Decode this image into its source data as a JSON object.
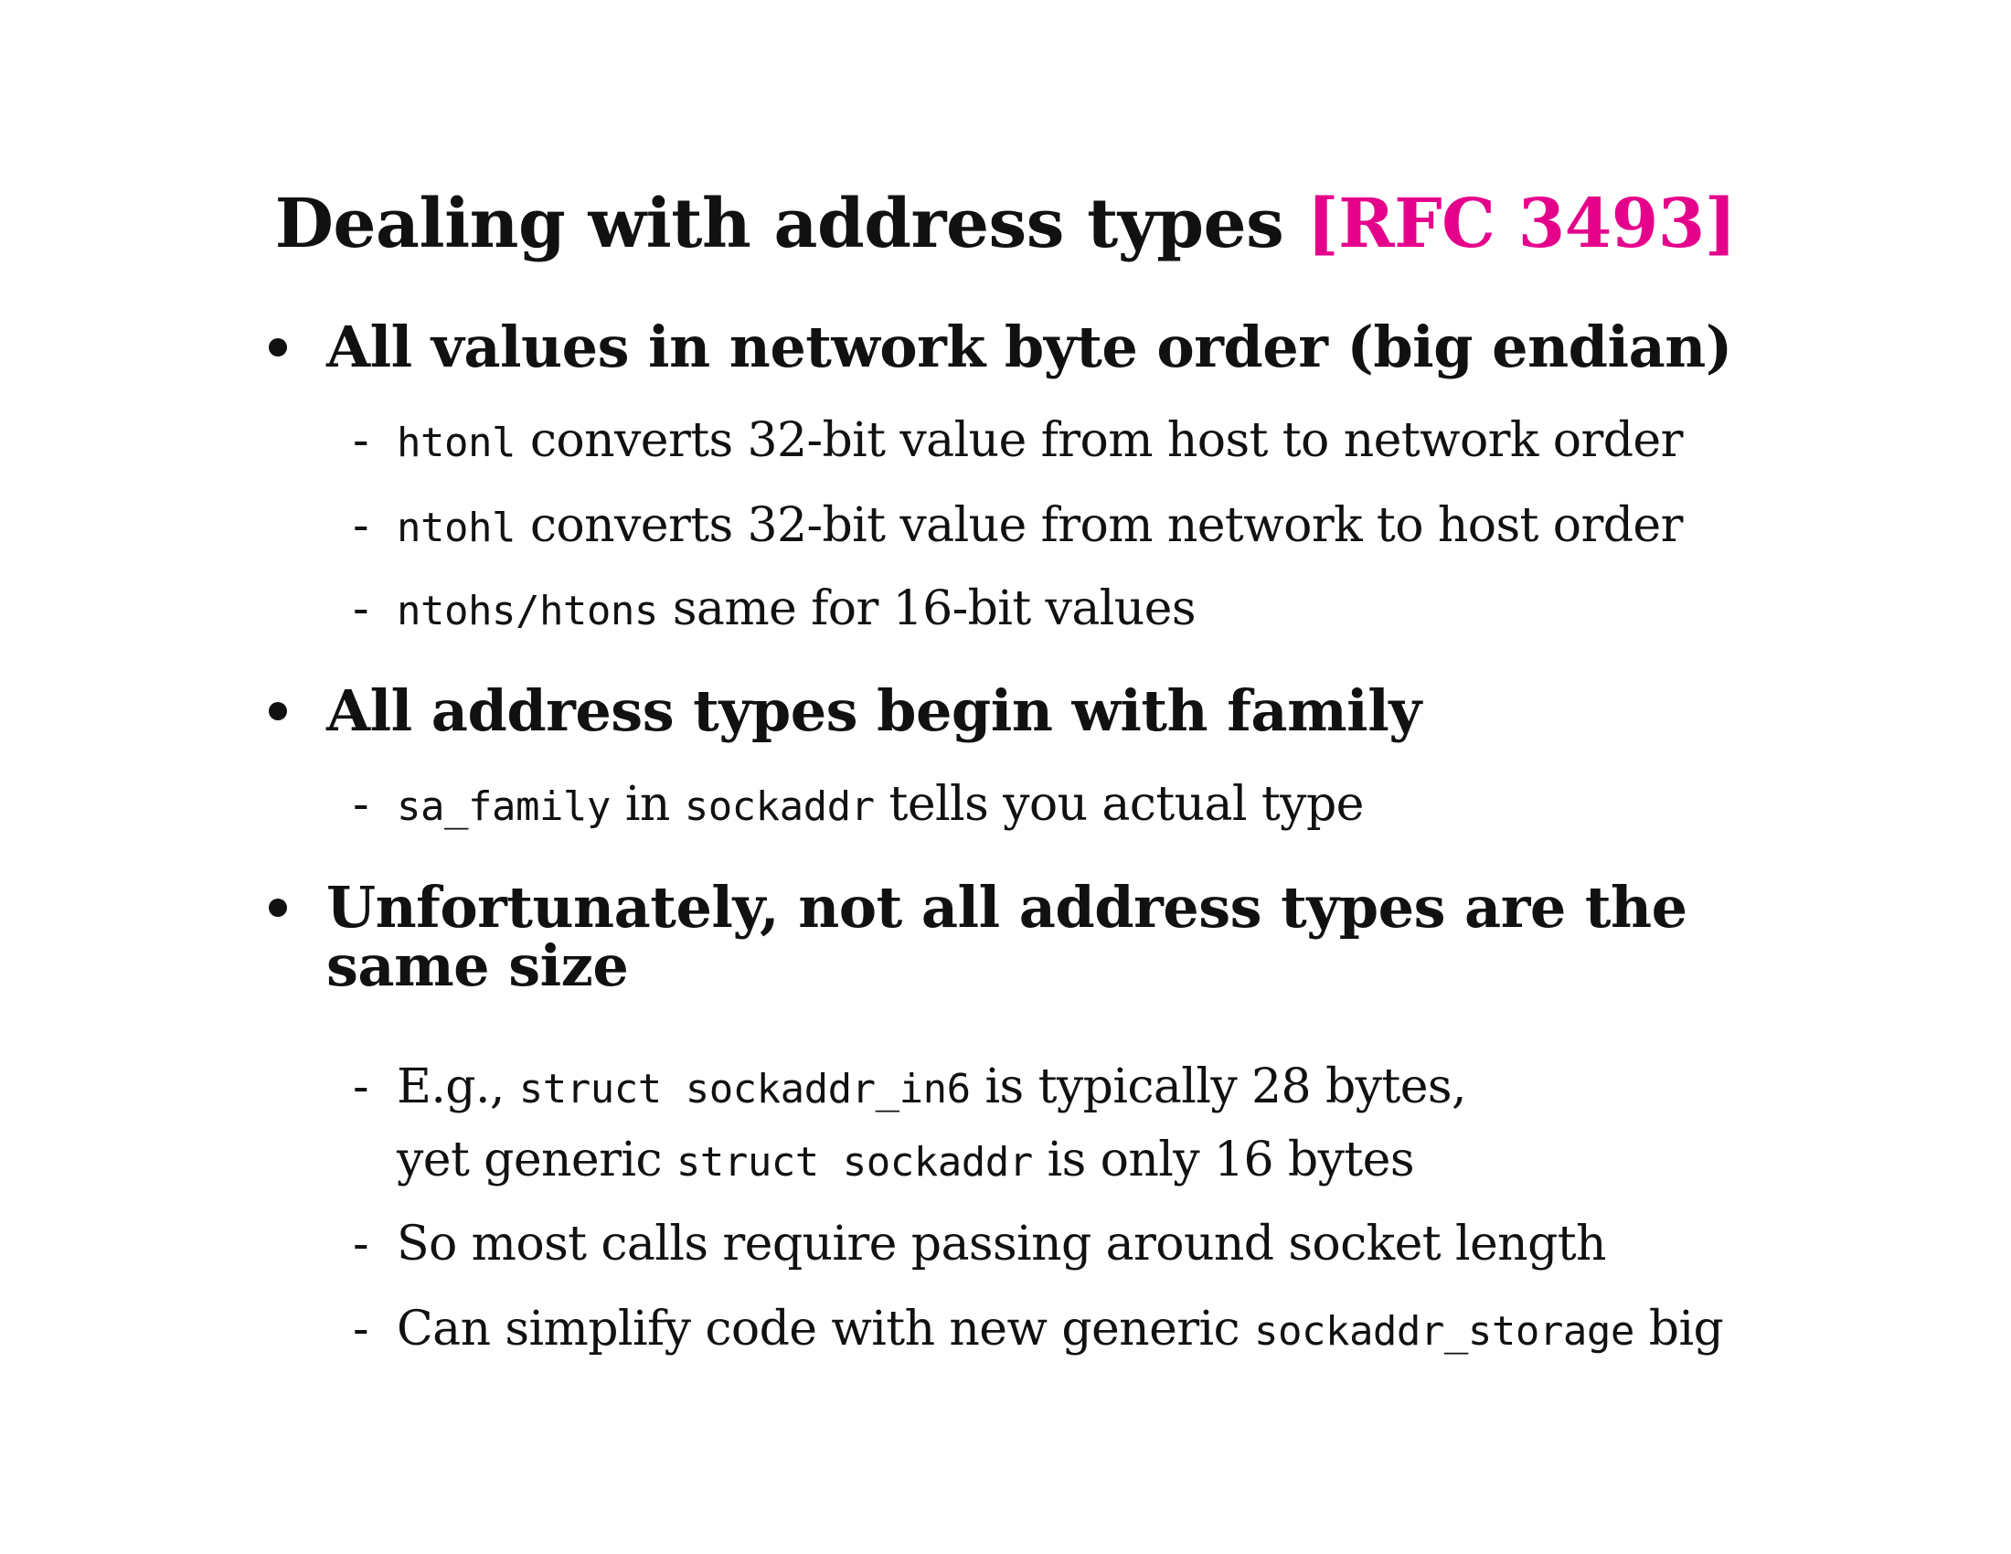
{
  "slide": {
    "title": {
      "text": "Dealing with address types",
      "ref": "[RFC 3493]",
      "ref_color": "#e5008c"
    },
    "bullets": [
      {
        "text": "All values in network byte order (big endian)",
        "items": [
          {
            "code": "htonl",
            "text": " converts 32-bit value from host to network order"
          },
          {
            "code": "ntohl",
            "text": " converts 32-bit value from network to host order"
          },
          {
            "code": "ntohs/htons",
            "text": " same for 16-bit values"
          }
        ]
      },
      {
        "text": "All address types begin with family",
        "items": [
          {
            "code": "sa_family",
            "text": " in ",
            "code2": "sockaddr",
            "text2": " tells you actual type"
          }
        ]
      },
      {
        "text": "Unfortunately, not all address types are the same size",
        "items": [
          {
            "line1_pre": "E.g., ",
            "line1_code": "struct sockaddr_in6",
            "line1_post": " is typically 28 bytes,",
            "line2_pre": "yet generic ",
            "line2_code": "struct sockaddr",
            "line2_post": " is only 16 bytes"
          },
          {
            "text": "So most calls require passing around socket length"
          },
          {
            "text": "Can simplify code with new generic ",
            "code": "sockaddr_storage",
            "post": " big"
          }
        ]
      }
    ],
    "dash_symbol": "-",
    "bullet_icon": "filled-circle-bullet"
  }
}
